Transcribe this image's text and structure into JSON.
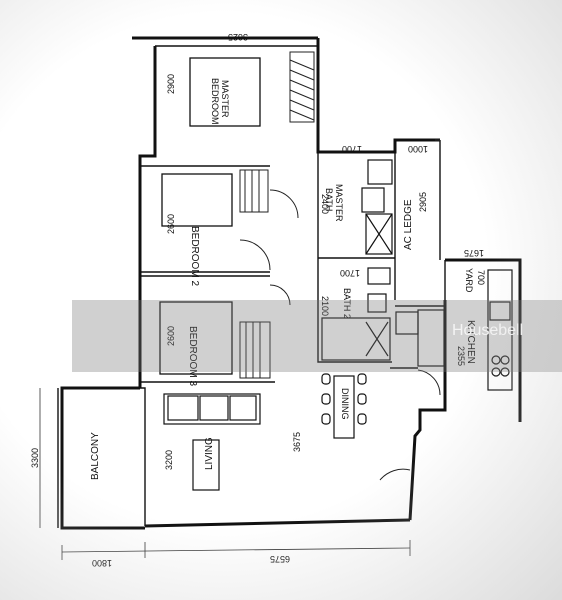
{
  "rooms": {
    "master_bedroom": [
      "MASTER",
      "BEDROOM"
    ],
    "bedroom2": "BEDROOM 2",
    "bedroom3": "BEDROOM 3",
    "master_bath": [
      "MASTER",
      "BATH"
    ],
    "bath2": "BATH 2",
    "ac_ledge": "AC LEDGE",
    "yard": "YARD",
    "kitchen": "KITCHEN",
    "dining": "DINING",
    "living": "LIVING",
    "balcony": "BALCONY"
  },
  "dimensions": {
    "master_top": "3625",
    "master_side": "2900",
    "bath_top": "1700",
    "ac_top": "1000",
    "master_bath_side": "2400",
    "ac_ledge": "2905",
    "bed2_side": "2600",
    "bath2_top": "1700",
    "bath2_side": "2100",
    "yard_top": "1675",
    "yard_side": "700",
    "bed3_side": "2600",
    "kitchen_side": "2355",
    "balcony_side": "3300",
    "living_side": "3200",
    "center": "3675",
    "bottom_left": "1800",
    "bottom_total": "6575"
  },
  "watermark": "Housebell"
}
